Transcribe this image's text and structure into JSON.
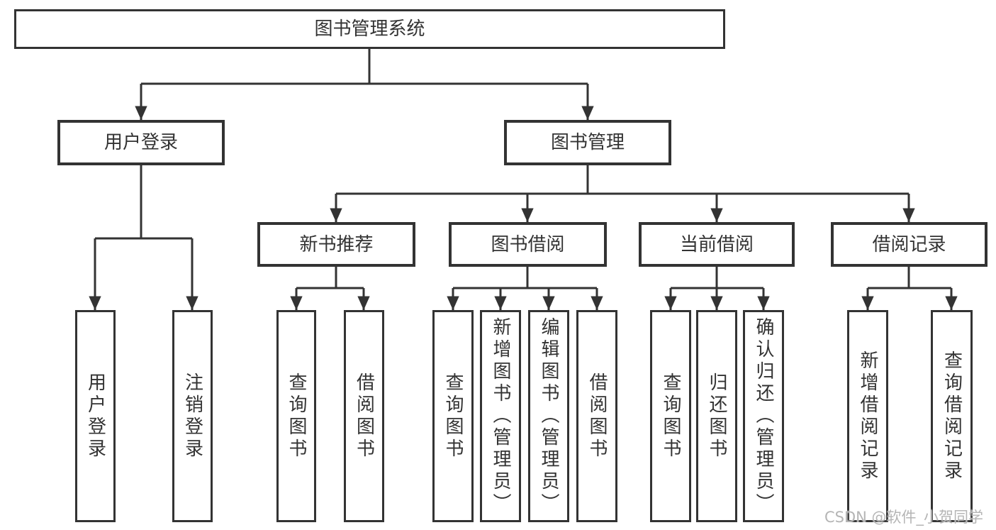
{
  "diagram": {
    "title": "图书管理系统",
    "tree": {
      "label": "图书管理系统",
      "children": [
        {
          "label": "用户登录",
          "children": [
            {
              "label": "用户登录"
            },
            {
              "label": "注销登录"
            }
          ]
        },
        {
          "label": "图书管理",
          "children": [
            {
              "label": "新书推荐",
              "children": [
                {
                  "label": "查询图书"
                },
                {
                  "label": "借阅图书"
                }
              ]
            },
            {
              "label": "图书借阅",
              "children": [
                {
                  "label": "查询图书"
                },
                {
                  "label": "新增图书（管理员）"
                },
                {
                  "label": "编辑图书（管理员）"
                },
                {
                  "label": "借阅图书"
                }
              ]
            },
            {
              "label": "当前借阅",
              "children": [
                {
                  "label": "查询图书"
                },
                {
                  "label": "归还图书"
                },
                {
                  "label": "确认归还（管理员）"
                }
              ]
            },
            {
              "label": "借阅记录",
              "children": [
                {
                  "label": "新增借阅记录"
                },
                {
                  "label": "查询借阅记录"
                }
              ]
            }
          ]
        }
      ]
    },
    "colors": {
      "line": "#333333",
      "text": "#333333",
      "box_background": "#ffffff",
      "page_background": "#ffffff",
      "watermark": "#b5b5b5"
    }
  },
  "watermark": {
    "text": "CSDN @软件_小贺同学"
  }
}
